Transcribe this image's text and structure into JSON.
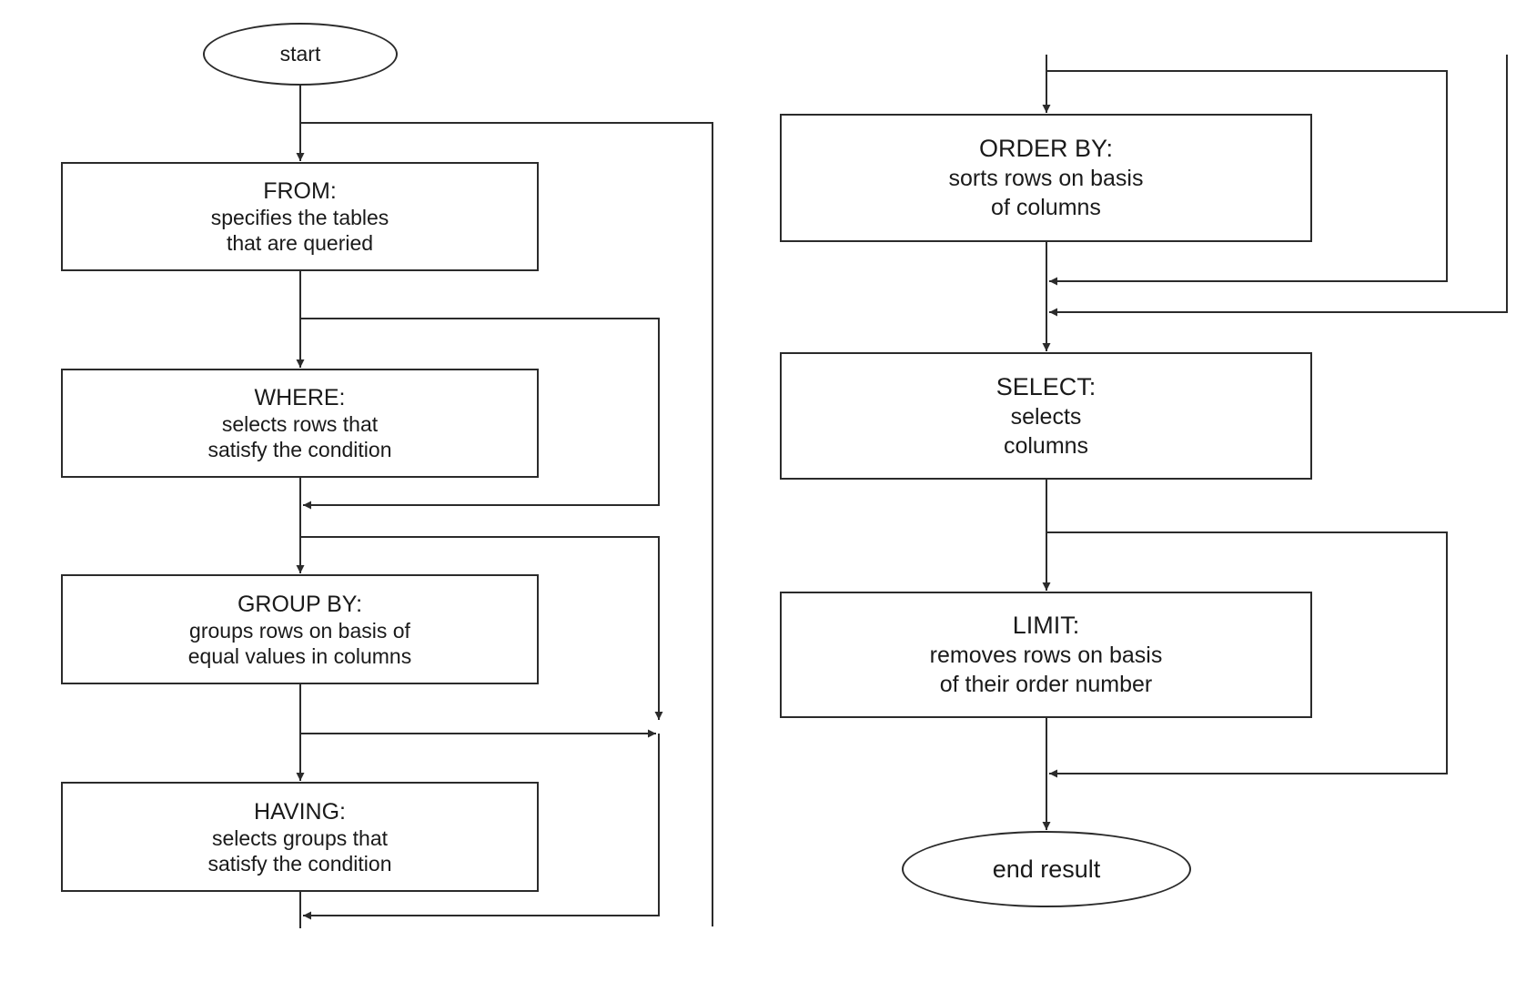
{
  "start_label": "start",
  "end_label": "end result",
  "steps": [
    {
      "keyword": "FROM:",
      "lines": [
        "specifies the tables",
        "that are queried"
      ]
    },
    {
      "keyword": "WHERE:",
      "lines": [
        "selects rows that",
        "satisfy the condition"
      ]
    },
    {
      "keyword": "GROUP BY:",
      "lines": [
        "groups rows on basis of",
        "equal values in columns"
      ]
    },
    {
      "keyword": "HAVING:",
      "lines": [
        "selects groups that",
        "satisfy the condition"
      ]
    },
    {
      "keyword": "ORDER BY:",
      "lines": [
        "sorts rows on basis",
        "of columns"
      ]
    },
    {
      "keyword": "SELECT:",
      "lines": [
        "selects",
        "columns"
      ]
    },
    {
      "keyword": "LIMIT:",
      "lines": [
        "removes rows on basis",
        "of their order number"
      ]
    }
  ]
}
